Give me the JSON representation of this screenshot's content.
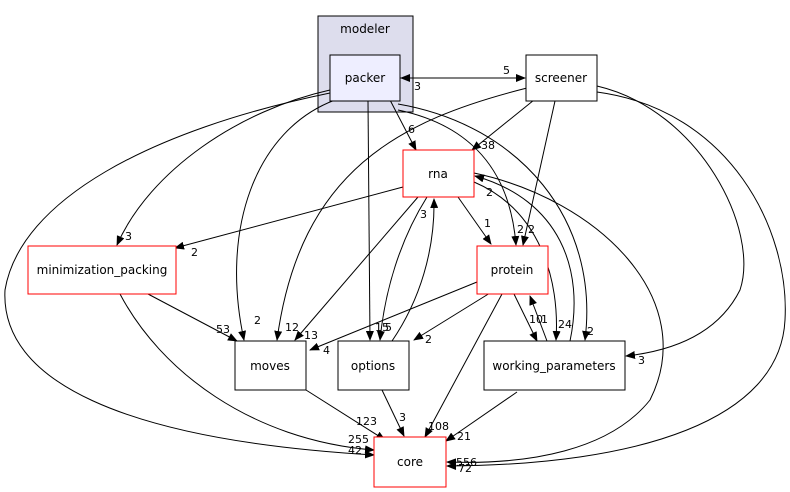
{
  "colors": {
    "cluster_fill": "#dddded",
    "packer_fill": "#eeeeff",
    "normal_border": "#000000",
    "truncated_border": "#ff0000",
    "node_fill": "#ffffff"
  },
  "cluster": {
    "label": "modeler"
  },
  "nodes": {
    "packer": {
      "label": "packer"
    },
    "screener": {
      "label": "screener"
    },
    "rna": {
      "label": "rna"
    },
    "minimization_packing": {
      "label": "minimization_packing"
    },
    "protein": {
      "label": "protein"
    },
    "moves": {
      "label": "moves"
    },
    "options": {
      "label": "options"
    },
    "working_parameters": {
      "label": "working_parameters"
    },
    "core": {
      "label": "core"
    }
  },
  "edges": [
    {
      "from": "packer",
      "to": "screener",
      "count": "5"
    },
    {
      "from": "screener",
      "to": "packer",
      "count": "3"
    },
    {
      "from": "packer",
      "to": "rna",
      "count": "6"
    },
    {
      "from": "screener",
      "to": "rna",
      "count": "38"
    },
    {
      "from": "packer",
      "to": "minimization_packing",
      "count": "3"
    },
    {
      "from": "rna",
      "to": "minimization_packing",
      "count": "2"
    },
    {
      "from": "packer",
      "to": "protein",
      "count": "2"
    },
    {
      "from": "screener",
      "to": "protein",
      "count": "2"
    },
    {
      "from": "rna",
      "to": "protein",
      "count": "1"
    },
    {
      "from": "packer",
      "to": "moves",
      "count": "2"
    },
    {
      "from": "screener",
      "to": "moves",
      "count": "12"
    },
    {
      "from": "rna",
      "to": "moves",
      "count": "13"
    },
    {
      "from": "minimization_packing",
      "to": "moves",
      "count": "53"
    },
    {
      "from": "protein",
      "to": "moves",
      "count": "4"
    },
    {
      "from": "packer",
      "to": "options",
      "count": "15"
    },
    {
      "from": "rna",
      "to": "options",
      "count": "5"
    },
    {
      "from": "options",
      "to": "rna",
      "count": "3"
    },
    {
      "from": "protein",
      "to": "options",
      "count": "2"
    },
    {
      "from": "packer",
      "to": "working_parameters",
      "count": "2"
    },
    {
      "from": "rna",
      "to": "working_parameters",
      "count": "24"
    },
    {
      "from": "working_parameters",
      "to": "rna",
      "count": "2"
    },
    {
      "from": "protein",
      "to": "working_parameters",
      "count": "10"
    },
    {
      "from": "working_parameters",
      "to": "protein",
      "count": "1"
    },
    {
      "from": "screener",
      "to": "working_parameters",
      "count": "3"
    },
    {
      "from": "packer",
      "to": "core",
      "count": "42"
    },
    {
      "from": "minimization_packing",
      "to": "core",
      "count": "255"
    },
    {
      "from": "moves",
      "to": "core",
      "count": "123"
    },
    {
      "from": "options",
      "to": "core",
      "count": "3"
    },
    {
      "from": "protein",
      "to": "core",
      "count": "108"
    },
    {
      "from": "working_parameters",
      "to": "core",
      "count": "21"
    },
    {
      "from": "rna",
      "to": "core",
      "count": "556"
    },
    {
      "from": "screener",
      "to": "core",
      "count": "72"
    }
  ]
}
